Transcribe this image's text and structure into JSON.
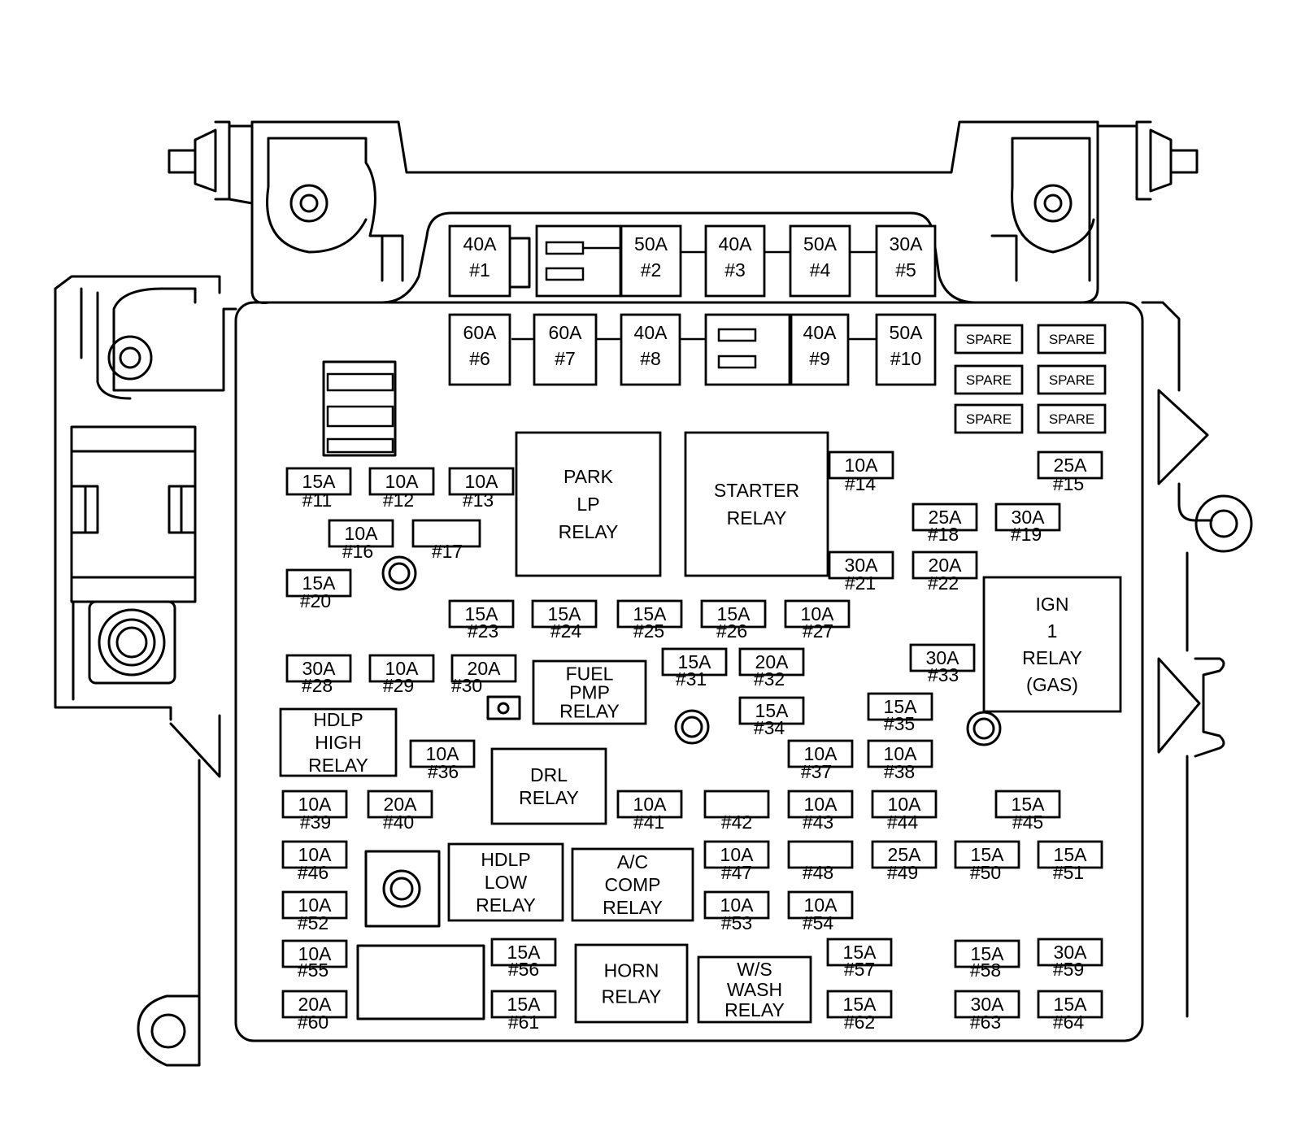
{
  "fuses": [
    {
      "id": "1",
      "amp": "40A",
      "num": "#1"
    },
    {
      "id": "2",
      "amp": "50A",
      "num": "#2"
    },
    {
      "id": "3",
      "amp": "40A",
      "num": "#3"
    },
    {
      "id": "4",
      "amp": "50A",
      "num": "#4"
    },
    {
      "id": "5",
      "amp": "30A",
      "num": "#5"
    },
    {
      "id": "6",
      "amp": "60A",
      "num": "#6"
    },
    {
      "id": "7",
      "amp": "60A",
      "num": "#7"
    },
    {
      "id": "8",
      "amp": "40A",
      "num": "#8"
    },
    {
      "id": "9",
      "amp": "40A",
      "num": "#9"
    },
    {
      "id": "10",
      "amp": "50A",
      "num": "#10"
    },
    {
      "id": "11",
      "amp": "15A",
      "num": "#11"
    },
    {
      "id": "12",
      "amp": "10A",
      "num": "#12"
    },
    {
      "id": "13",
      "amp": "10A",
      "num": "#13"
    },
    {
      "id": "14",
      "amp": "10A",
      "num": "#14"
    },
    {
      "id": "15",
      "amp": "25A",
      "num": "#15"
    },
    {
      "id": "16",
      "amp": "10A",
      "num": "#16"
    },
    {
      "id": "17",
      "amp": "",
      "num": "#17"
    },
    {
      "id": "18",
      "amp": "25A",
      "num": "#18"
    },
    {
      "id": "19",
      "amp": "30A",
      "num": "#19"
    },
    {
      "id": "20",
      "amp": "15A",
      "num": "#20"
    },
    {
      "id": "21",
      "amp": "30A",
      "num": "#21"
    },
    {
      "id": "22",
      "amp": "20A",
      "num": "#22"
    },
    {
      "id": "23",
      "amp": "15A",
      "num": "#23"
    },
    {
      "id": "24",
      "amp": "15A",
      "num": "#24"
    },
    {
      "id": "25",
      "amp": "15A",
      "num": "#25"
    },
    {
      "id": "26",
      "amp": "15A",
      "num": "#26"
    },
    {
      "id": "27",
      "amp": "10A",
      "num": "#27"
    },
    {
      "id": "28",
      "amp": "30A",
      "num": "#28"
    },
    {
      "id": "29",
      "amp": "10A",
      "num": "#29"
    },
    {
      "id": "30",
      "amp": "20A",
      "num": "#30"
    },
    {
      "id": "31",
      "amp": "15A",
      "num": "#31"
    },
    {
      "id": "32",
      "amp": "20A",
      "num": "#32"
    },
    {
      "id": "33",
      "amp": "30A",
      "num": "#33"
    },
    {
      "id": "34",
      "amp": "15A",
      "num": "#34"
    },
    {
      "id": "35",
      "amp": "15A",
      "num": "#35"
    },
    {
      "id": "36",
      "amp": "10A",
      "num": "#36"
    },
    {
      "id": "37",
      "amp": "10A",
      "num": "#37"
    },
    {
      "id": "38",
      "amp": "10A",
      "num": "#38"
    },
    {
      "id": "39",
      "amp": "10A",
      "num": "#39"
    },
    {
      "id": "40",
      "amp": "20A",
      "num": "#40"
    },
    {
      "id": "41",
      "amp": "10A",
      "num": "#41"
    },
    {
      "id": "42",
      "amp": "",
      "num": "#42"
    },
    {
      "id": "43",
      "amp": "10A",
      "num": "#43"
    },
    {
      "id": "44",
      "amp": "10A",
      "num": "#44"
    },
    {
      "id": "45",
      "amp": "15A",
      "num": "#45"
    },
    {
      "id": "46",
      "amp": "10A",
      "num": "#46"
    },
    {
      "id": "47",
      "amp": "10A",
      "num": "#47"
    },
    {
      "id": "48",
      "amp": "",
      "num": "#48"
    },
    {
      "id": "49",
      "amp": "25A",
      "num": "#49"
    },
    {
      "id": "50",
      "amp": "15A",
      "num": "#50"
    },
    {
      "id": "51",
      "amp": "15A",
      "num": "#51"
    },
    {
      "id": "52",
      "amp": "10A",
      "num": "#52"
    },
    {
      "id": "53",
      "amp": "10A",
      "num": "#53"
    },
    {
      "id": "54",
      "amp": "10A",
      "num": "#54"
    },
    {
      "id": "55",
      "amp": "10A",
      "num": "#55"
    },
    {
      "id": "56",
      "amp": "15A",
      "num": "#56"
    },
    {
      "id": "57",
      "amp": "15A",
      "num": "#57"
    },
    {
      "id": "58",
      "amp": "15A",
      "num": "#58"
    },
    {
      "id": "59",
      "amp": "30A",
      "num": "#59"
    },
    {
      "id": "60",
      "amp": "20A",
      "num": "#60"
    },
    {
      "id": "61",
      "amp": "15A",
      "num": "#61"
    },
    {
      "id": "62",
      "amp": "15A",
      "num": "#62"
    },
    {
      "id": "63",
      "amp": "30A",
      "num": "#63"
    },
    {
      "id": "64",
      "amp": "15A",
      "num": "#64"
    }
  ],
  "relays": [
    {
      "id": "park-lp",
      "lines": [
        "PARK",
        "LP",
        "RELAY"
      ]
    },
    {
      "id": "starter",
      "lines": [
        "STARTER",
        "RELAY"
      ]
    },
    {
      "id": "ign1",
      "lines": [
        "IGN",
        "1",
        "RELAY",
        "(GAS)"
      ]
    },
    {
      "id": "fuel-pmp",
      "lines": [
        "FUEL",
        "PMP",
        "RELAY"
      ]
    },
    {
      "id": "hdlp-high",
      "lines": [
        "HDLP",
        "HIGH",
        "RELAY"
      ]
    },
    {
      "id": "drl",
      "lines": [
        "DRL",
        "RELAY"
      ]
    },
    {
      "id": "hdlp-low",
      "lines": [
        "HDLP",
        "LOW",
        "RELAY"
      ]
    },
    {
      "id": "ac-comp",
      "lines": [
        "A/C",
        "COMP",
        "RELAY"
      ]
    },
    {
      "id": "horn",
      "lines": [
        "HORN",
        "RELAY"
      ]
    },
    {
      "id": "ws-wash",
      "lines": [
        "W/S",
        "WASH",
        "RELAY"
      ]
    }
  ],
  "spares": [
    "SPARE",
    "SPARE",
    "SPARE",
    "SPARE",
    "SPARE",
    "SPARE"
  ]
}
